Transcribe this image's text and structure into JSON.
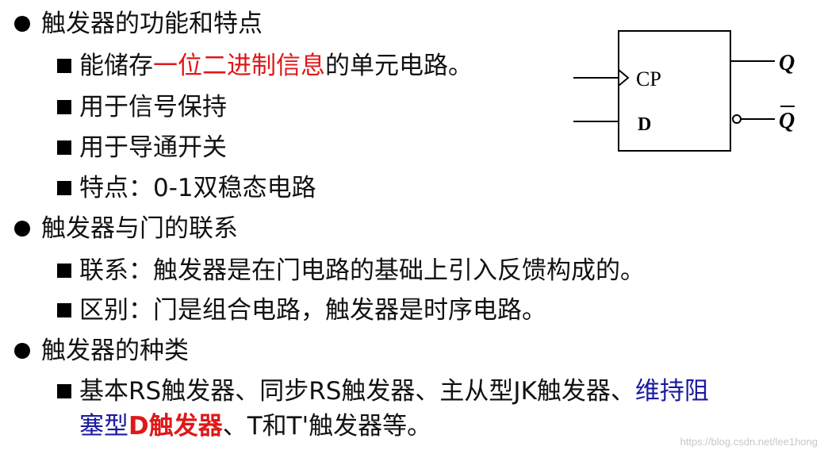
{
  "sections": [
    {
      "heading": "触发器的功能和特点",
      "items": [
        {
          "pre": "能储存",
          "red": "一位二进制信息",
          "post": "的单元电路。"
        },
        {
          "text": "用于信号保持"
        },
        {
          "text": "用于导通开关"
        },
        {
          "text": "特点：0-1双稳态电路"
        }
      ]
    },
    {
      "heading": "触发器与门的联系",
      "items": [
        {
          "text": "联系：触发器是在门电路的基础上引入反馈构成的。"
        },
        {
          "text": "区别：门是组合电路，触发器是时序电路。"
        }
      ]
    },
    {
      "heading": "触发器的种类",
      "items": [
        {
          "line1_black": "基本RS触发器、同步RS触发器、主从型JK触发器、",
          "line1_blue": "维持阻",
          "line2_blue": "塞型",
          "line2_red": "D触发器",
          "line2_black": "、T和T'触发器等。"
        }
      ]
    }
  ],
  "diagram": {
    "cp_label": "CP",
    "d_label": "D",
    "q_label": "Q",
    "qbar_label": "Q"
  },
  "watermark": "https://blog.csdn.net/lee1hong"
}
